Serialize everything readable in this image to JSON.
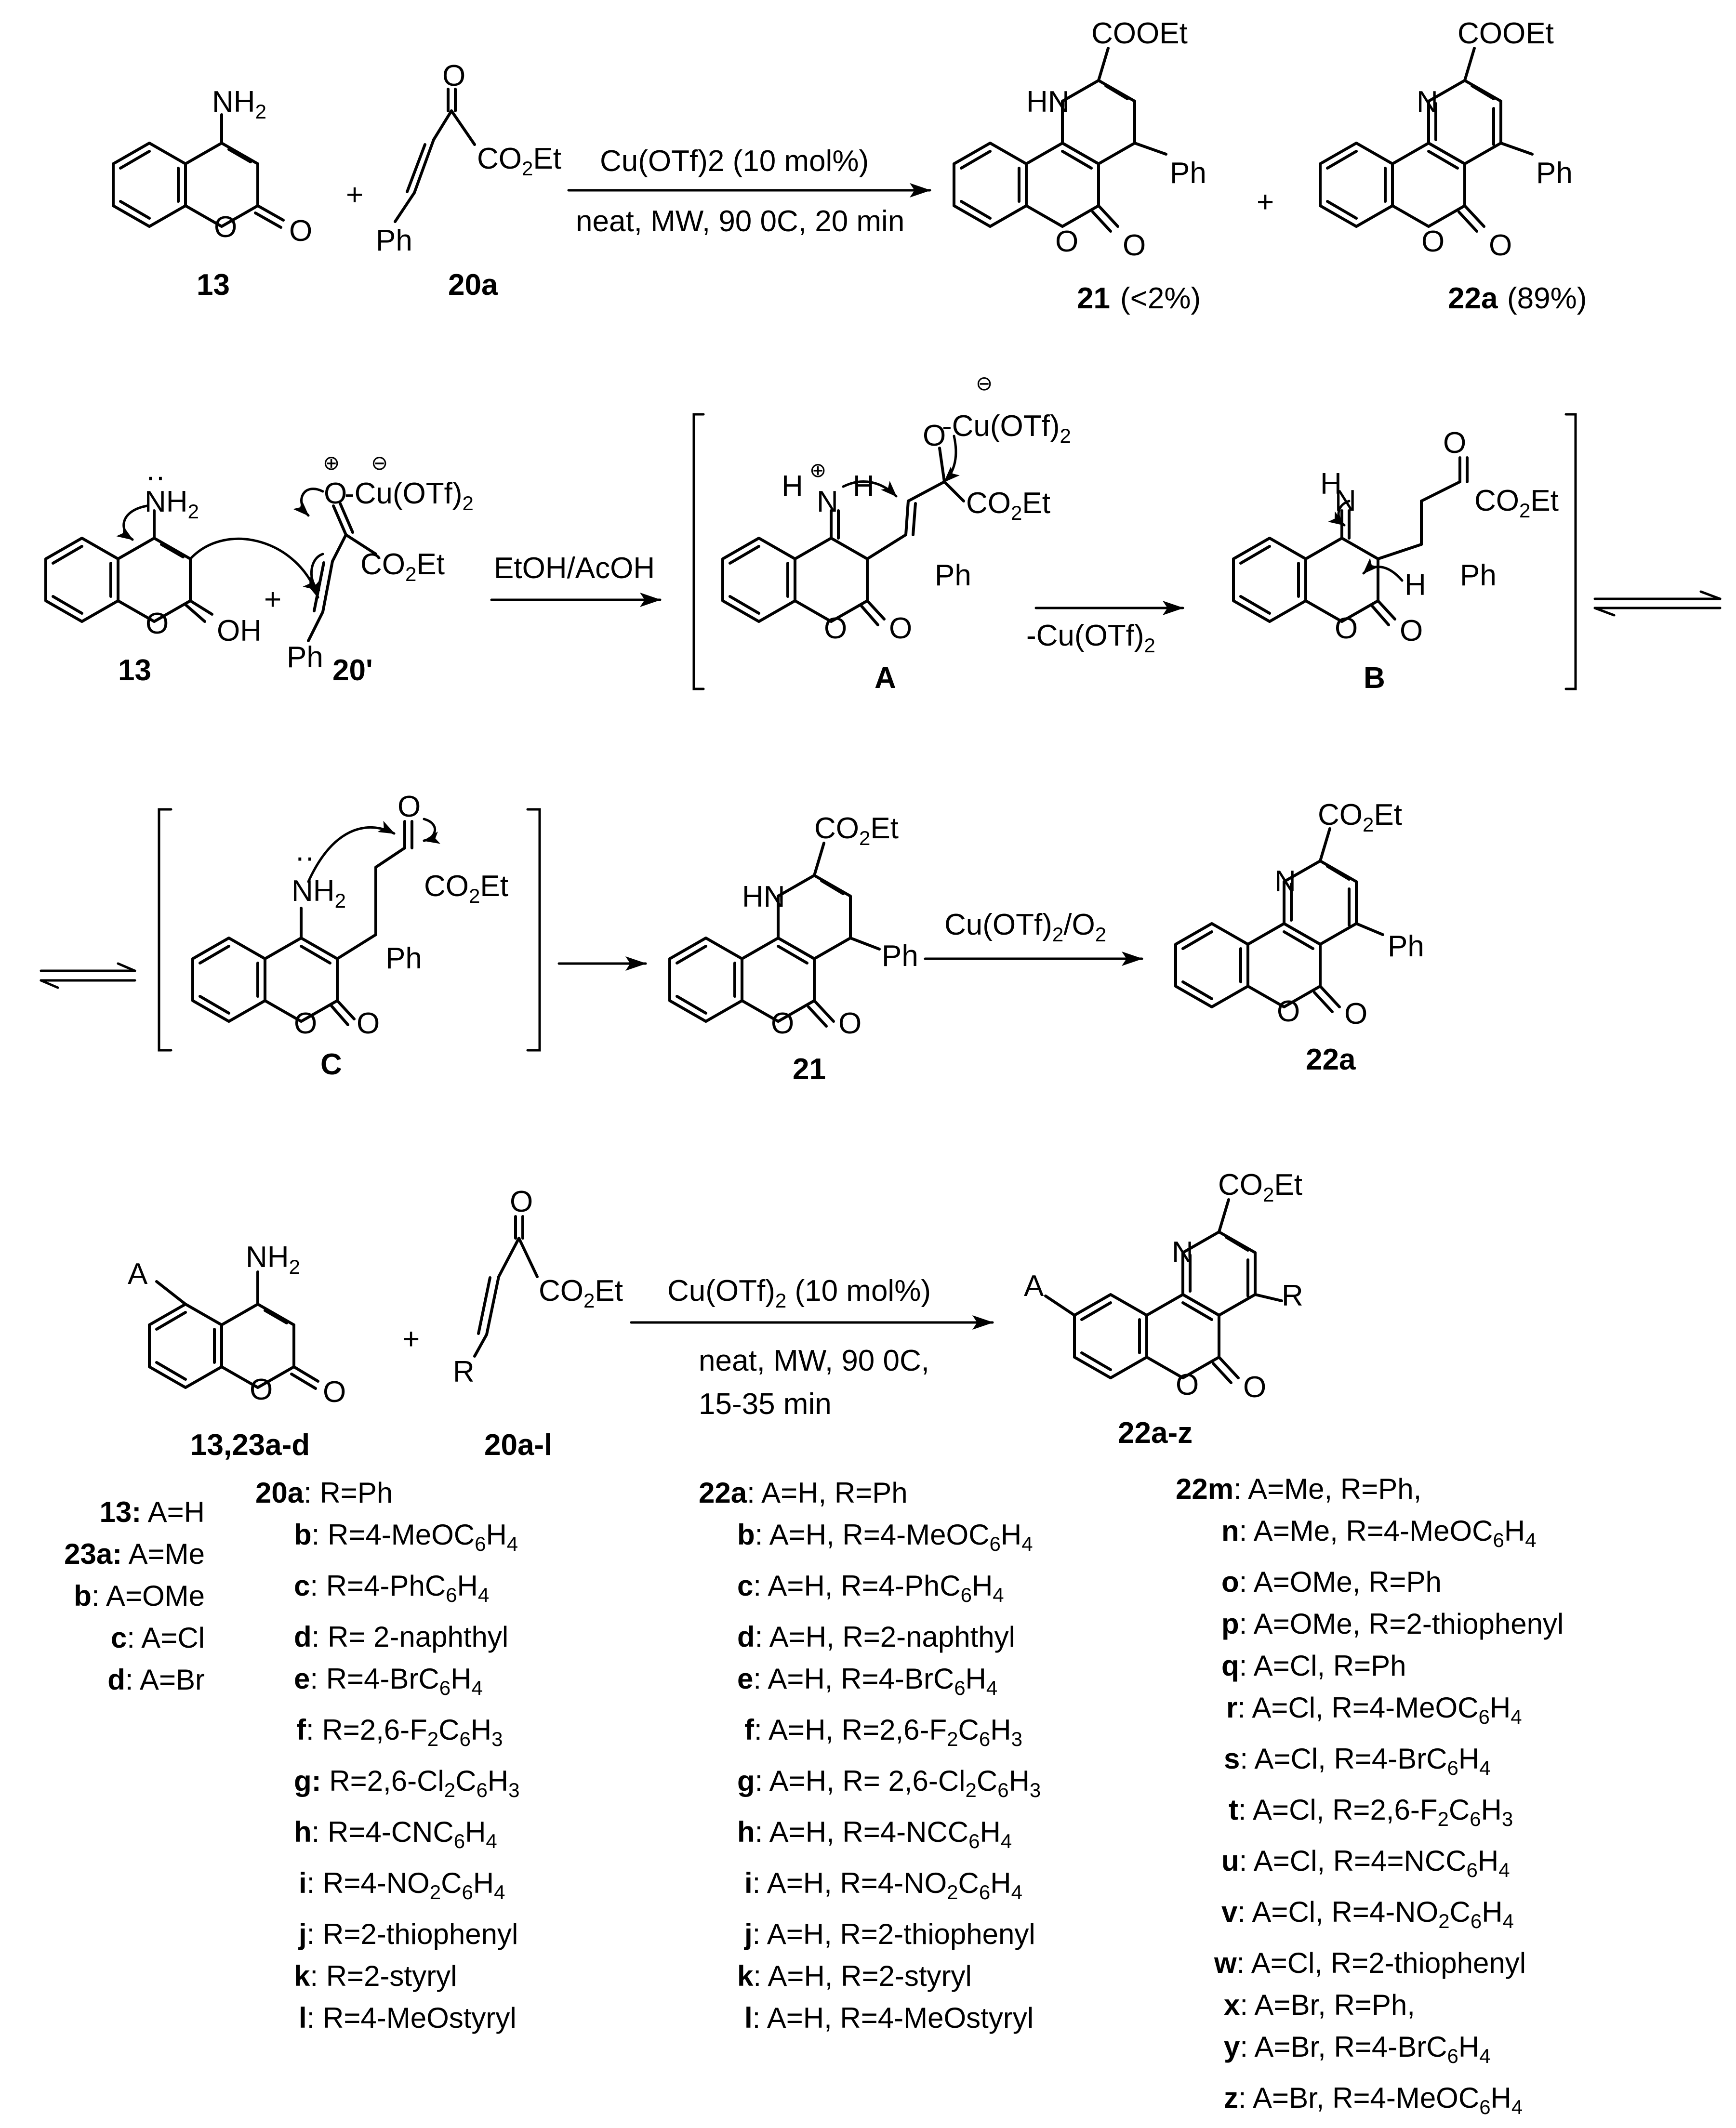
{
  "row1": {
    "reactant1": {
      "label": "13",
      "group": "NH2"
    },
    "plus": "+",
    "reactant2": {
      "label": "20a",
      "groups": [
        "O",
        "CO2Et",
        "Ph"
      ]
    },
    "conditions_top": "Cu(OTf)2 (10 mol%)",
    "conditions_bottom": "neat, MW, 90 0C, 20 min",
    "product1": {
      "label": "21",
      "yield": "(<2%)",
      "groups": [
        "COOEt",
        "HN",
        "Ph",
        "O",
        "O"
      ]
    },
    "product2": {
      "label": "22a",
      "yield": "(89%)",
      "groups": [
        "COOEt",
        "N",
        "Ph",
        "O",
        "O"
      ]
    }
  },
  "row2": {
    "reactant1": {
      "label": "13",
      "groups": [
        "NH2",
        "OH",
        "O"
      ]
    },
    "reactant2": {
      "label": "20'",
      "groups": [
        "O",
        "Cu(OTf)2",
        "CO2Et",
        "Ph"
      ]
    },
    "conditions": "EtOH/AcOH",
    "intermediate_A": {
      "label": "A",
      "groups": [
        "H",
        "N",
        "H",
        "O",
        "Cu(OTf)2",
        "CO2Et",
        "Ph"
      ]
    },
    "elimination": "-Cu(OTf)2",
    "intermediate_B": {
      "label": "B",
      "groups": [
        "H",
        "N",
        "O",
        "CO2Et",
        "H",
        "Ph"
      ]
    }
  },
  "row3": {
    "intermediate_C": {
      "label": "C",
      "groups": [
        "NH2",
        "O",
        "CO2Et",
        "Ph"
      ]
    },
    "product1": {
      "label": "21",
      "groups": [
        "CO2Et",
        "HN",
        "Ph"
      ]
    },
    "conditions": "Cu(OTf)2/O2",
    "product2": {
      "label": "22a",
      "groups": [
        "CO2Et",
        "N",
        "Ph"
      ]
    }
  },
  "row4": {
    "reactant1": {
      "label": "13,23a-d",
      "groups": [
        "A",
        "NH2"
      ]
    },
    "plus": "+",
    "reactant2": {
      "label": "20a-l",
      "groups": [
        "O",
        "CO2Et",
        "R"
      ]
    },
    "conditions_top": "Cu(OTf)2 (10 mol%)",
    "conditions_mid": "neat, MW, 90 0C,",
    "conditions_bottom": "15-35 min",
    "product": {
      "label": "22a-z",
      "groups": [
        "CO2Et",
        "N",
        "A",
        "R"
      ]
    }
  },
  "substituents": {
    "col1": [
      [
        "13:",
        "A=H"
      ],
      [
        "23a:",
        "A=Me"
      ],
      [
        "b",
        ": A=OMe"
      ],
      [
        "c",
        ": A=Cl"
      ],
      [
        "d",
        ": A=Br"
      ]
    ],
    "col2": [
      [
        "20a",
        ": R=Ph"
      ],
      [
        "b",
        ": R=4-MeOC6H4"
      ],
      [
        "c",
        ": R=4-PhC6H4"
      ],
      [
        "d",
        ": R= 2-naphthyl"
      ],
      [
        "e",
        ": R=4-BrC6H4"
      ],
      [
        "f",
        ": R=2,6-F2C6H3"
      ],
      [
        "g:",
        " R=2,6-Cl2C6H3"
      ],
      [
        "h",
        ": R=4-CNC6H4"
      ],
      [
        "i",
        ": R=4-NO2C6H4"
      ],
      [
        "j",
        ": R=2-thiophenyl"
      ],
      [
        "k",
        ": R=2-styryl"
      ],
      [
        "l",
        ": R=4-MeOstyryl"
      ]
    ],
    "col3": [
      [
        "22a",
        ": A=H, R=Ph"
      ],
      [
        "b",
        ": A=H, R=4-MeOC6H4"
      ],
      [
        "c",
        ": A=H, R=4-PhC6H4"
      ],
      [
        "d",
        ": A=H, R=2-naphthyl"
      ],
      [
        "e",
        ": A=H, R=4-BrC6H4"
      ],
      [
        "f",
        ": A=H, R=2,6-F2C6H3"
      ],
      [
        "g",
        ": A=H, R= 2,6-Cl2C6H3"
      ],
      [
        "h",
        ": A=H, R=4-NCC6H4"
      ],
      [
        "i",
        ": A=H, R=4-NO2C6H4"
      ],
      [
        "j",
        ": A=H, R=2-thiophenyl"
      ],
      [
        "k",
        ": A=H, R=2-styryl"
      ],
      [
        "l",
        ": A=H, R=4-MeOstyryl"
      ]
    ],
    "col4": [
      [
        "22m",
        ": A=Me, R=Ph,"
      ],
      [
        "n",
        ": A=Me, R=4-MeOC6H4"
      ],
      [
        "o",
        ": A=OMe, R=Ph"
      ],
      [
        "p",
        ": A=OMe, R=2-thiophenyl"
      ],
      [
        "q",
        ": A=Cl, R=Ph"
      ],
      [
        "r",
        ": A=Cl, R=4-MeOC6H4"
      ],
      [
        "s",
        ": A=Cl, R=4-BrC6H4"
      ],
      [
        "t",
        ": A=Cl, R=2,6-F2C6H3"
      ],
      [
        "u",
        ": A=Cl, R=4=NCC6H4"
      ],
      [
        "v",
        ": A=Cl, R=4-NO2C6H4"
      ],
      [
        "w",
        ": A=Cl, R=2-thiophenyl"
      ],
      [
        "x",
        ": A=Br, R=Ph,"
      ],
      [
        "y",
        ": A=Br, R=4-BrC6H4"
      ],
      [
        "z",
        ": A=Br, R=4-MeOC6H4"
      ]
    ]
  }
}
